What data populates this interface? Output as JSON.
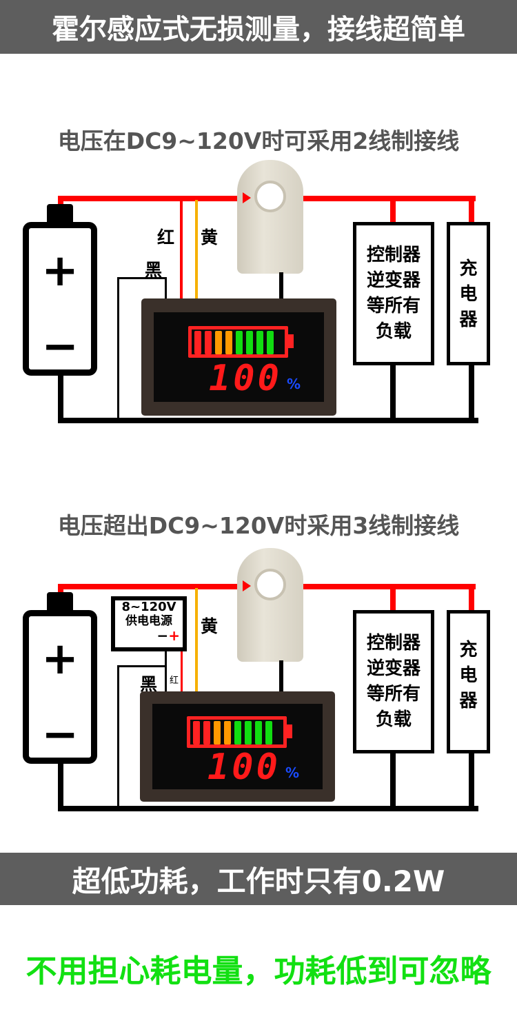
{
  "header": "霍尔感应式无损测量，接线超简单",
  "diagrams": [
    {
      "title": "电压在DC9~120V时可采用2线制接线",
      "red_label": "红",
      "yellow_label": "黄",
      "black_label": "黑",
      "load_lines": [
        "控制器",
        "逆变器",
        "等所有",
        "负载"
      ],
      "charger_lines": [
        "充",
        "电",
        "器"
      ],
      "display_value": "100",
      "display_unit": "%",
      "battery_plus": "+",
      "battery_minus": "−"
    },
    {
      "title": "电压超出DC9~120V时采用3线制接线",
      "red_label": "红",
      "yellow_label": "黄",
      "black_label": "黑",
      "supply_voltage": "8~120V",
      "supply_label": "供电电源",
      "supply_minus": "−",
      "supply_plus": "+",
      "load_lines": [
        "控制器",
        "逆变器",
        "等所有",
        "负载"
      ],
      "charger_lines": [
        "充",
        "电",
        "器"
      ],
      "display_value": "100",
      "display_unit": "%",
      "battery_plus": "+",
      "battery_minus": "−"
    }
  ],
  "footer_bar": "超低功耗，工作时只有0.2W",
  "footer_note": "不用担心耗电量，功耗低到可忽略",
  "colors": {
    "bar": "#5e5e5e",
    "green_text": "#12e012",
    "wire_red": "#ff0000",
    "wire_yellow": "#f6b000"
  }
}
